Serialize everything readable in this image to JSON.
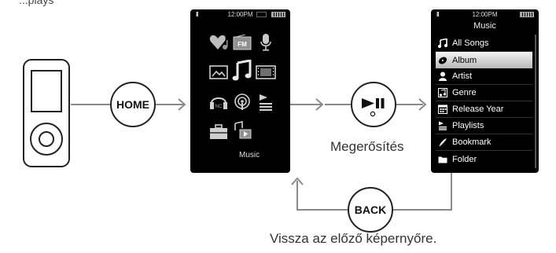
{
  "header_fragment": "...plays",
  "buttons": {
    "home": "HOME",
    "back": "BACK"
  },
  "menu_screen": {
    "time": "12:00PM",
    "fm_label": "FM",
    "music_label": "Music",
    "icons": [
      "heart-music-icon",
      "fm-radio-icon",
      "microphone-icon",
      "photo-icon",
      "music-note-icon",
      "film-icon",
      "noise-cancel-icon",
      "podcast-icon",
      "playlist-icon",
      "toolbox-icon",
      "music-video-icon"
    ]
  },
  "music_screen": {
    "time": "12:00PM",
    "title": "Music",
    "items": [
      {
        "label": "All Songs",
        "icon": "music-note-icon",
        "selected": false
      },
      {
        "label": "Album",
        "icon": "album-disc-icon",
        "selected": true
      },
      {
        "label": "Artist",
        "icon": "artist-icon",
        "selected": false
      },
      {
        "label": "Genre",
        "icon": "genre-icon",
        "selected": false
      },
      {
        "label": "Release Year",
        "icon": "calendar-icon",
        "selected": false
      },
      {
        "label": "Playlists",
        "icon": "playlist-icon",
        "selected": false
      },
      {
        "label": "Bookmark",
        "icon": "bookmark-icon",
        "selected": false
      },
      {
        "label": "Folder",
        "icon": "folder-icon",
        "selected": false
      }
    ]
  },
  "captions": {
    "confirm": "Megerősítés",
    "back_hint": "Vissza az előző képernyőre."
  },
  "colors": {
    "line": "#8a8a8a",
    "screen_bg": "#000000",
    "selected_row": "#d9d9d9"
  }
}
